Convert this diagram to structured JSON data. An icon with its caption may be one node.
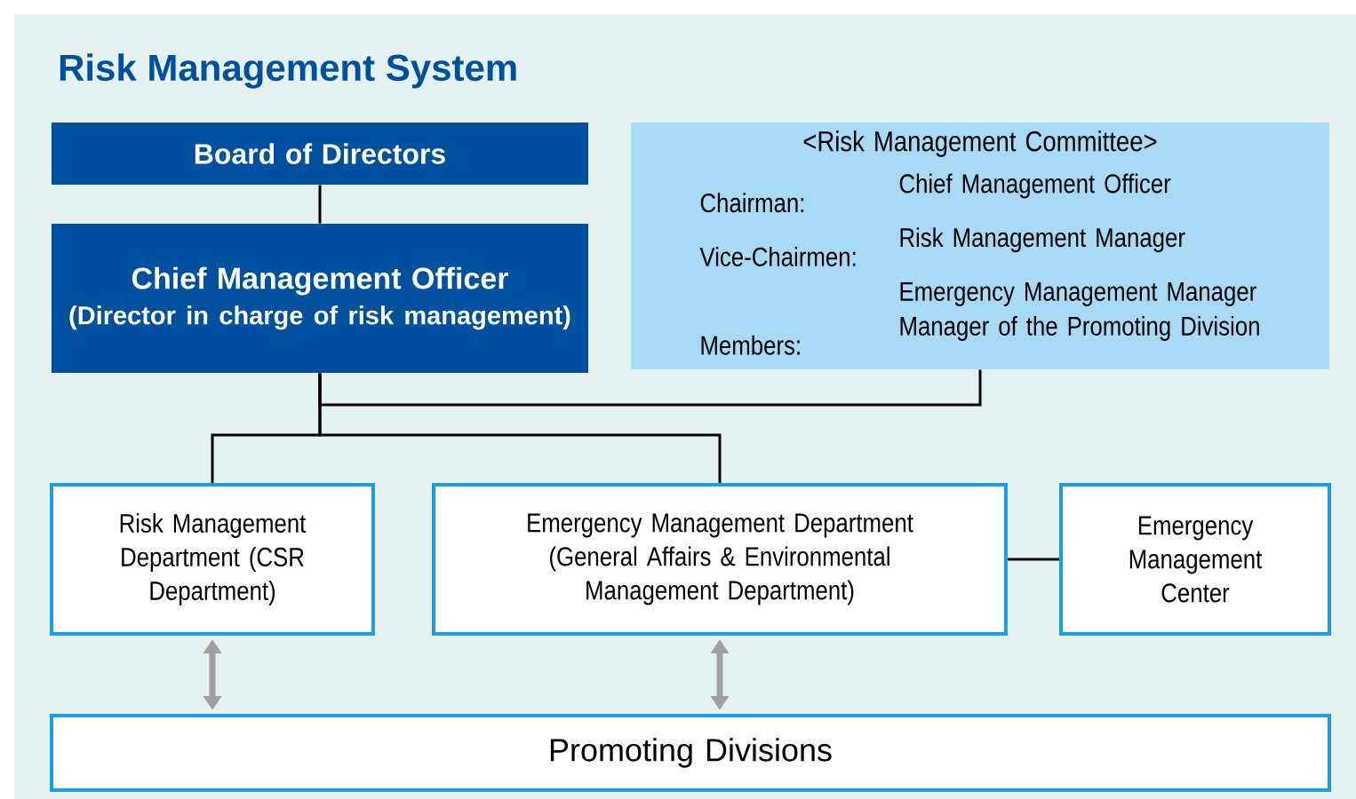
{
  "diagram": {
    "title": "Risk Management System",
    "nodes": [
      {
        "text": [
          "Board of Directors"
        ]
      },
      {
        "text": [
          "Chief Management Officer",
          "(Director in charge of risk management)"
        ]
      },
      {
        "text": [
          "<Risk Management Committee>",
          "Chairman:",
          "Chief Management Officer",
          "Vice-Chairmen:",
          "Risk Management Manager",
          "Emergency Management Manager",
          "Members:",
          "Manager of the Promoting Division"
        ]
      },
      {
        "text": [
          "Risk Management Department (CSR Department)"
        ]
      },
      {
        "text": [
          "Emergency Management Department",
          "(General Affairs & Environmental Management Department)"
        ]
      },
      {
        "text": [
          "Emergency Management Center"
        ]
      },
      {
        "text": [
          "Promoting Divisions"
        ]
      }
    ],
    "edges": [
      {
        "from": 0,
        "to": 1,
        "arrow": "none"
      },
      {
        "from": 1,
        "to": 2,
        "arrow": "none"
      },
      {
        "from": 1,
        "to": 3,
        "arrow": "none"
      },
      {
        "from": 1,
        "to": 4,
        "arrow": "none"
      },
      {
        "from": 4,
        "to": 5,
        "arrow": "none"
      },
      {
        "from": 3,
        "to": 6,
        "arrow": "both",
        "style": "thick",
        "color": "#a0a0a0"
      },
      {
        "from": 4,
        "to": 6,
        "arrow": "both",
        "style": "thick",
        "color": "#a0a0a0"
      }
    ]
  }
}
